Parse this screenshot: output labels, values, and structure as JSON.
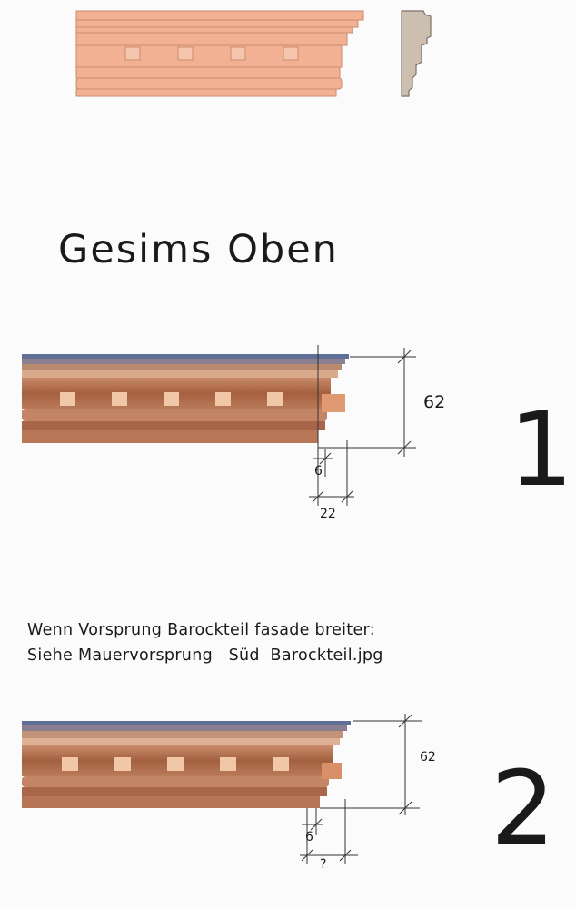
{
  "title": "Gesims Oben",
  "section1": {
    "number": "1",
    "height_label": "62",
    "small_label": "6",
    "width_label": "22"
  },
  "section2": {
    "number": "2",
    "height_label": "62",
    "small_label": "6",
    "width_label": "?"
  },
  "note": {
    "line1": "Wenn Vorsprung Barockteil fasade breiter:",
    "line2": "Siehe Mauervorsprung   Süd  Barockteil.jpg"
  },
  "colors": {
    "sketch_fill": "#f3b193",
    "profile_fill": "#cdbfb0",
    "cornice_top": "#6f7fa0",
    "cornice_body": "#b77356",
    "dentil": "#f0c8a8"
  }
}
